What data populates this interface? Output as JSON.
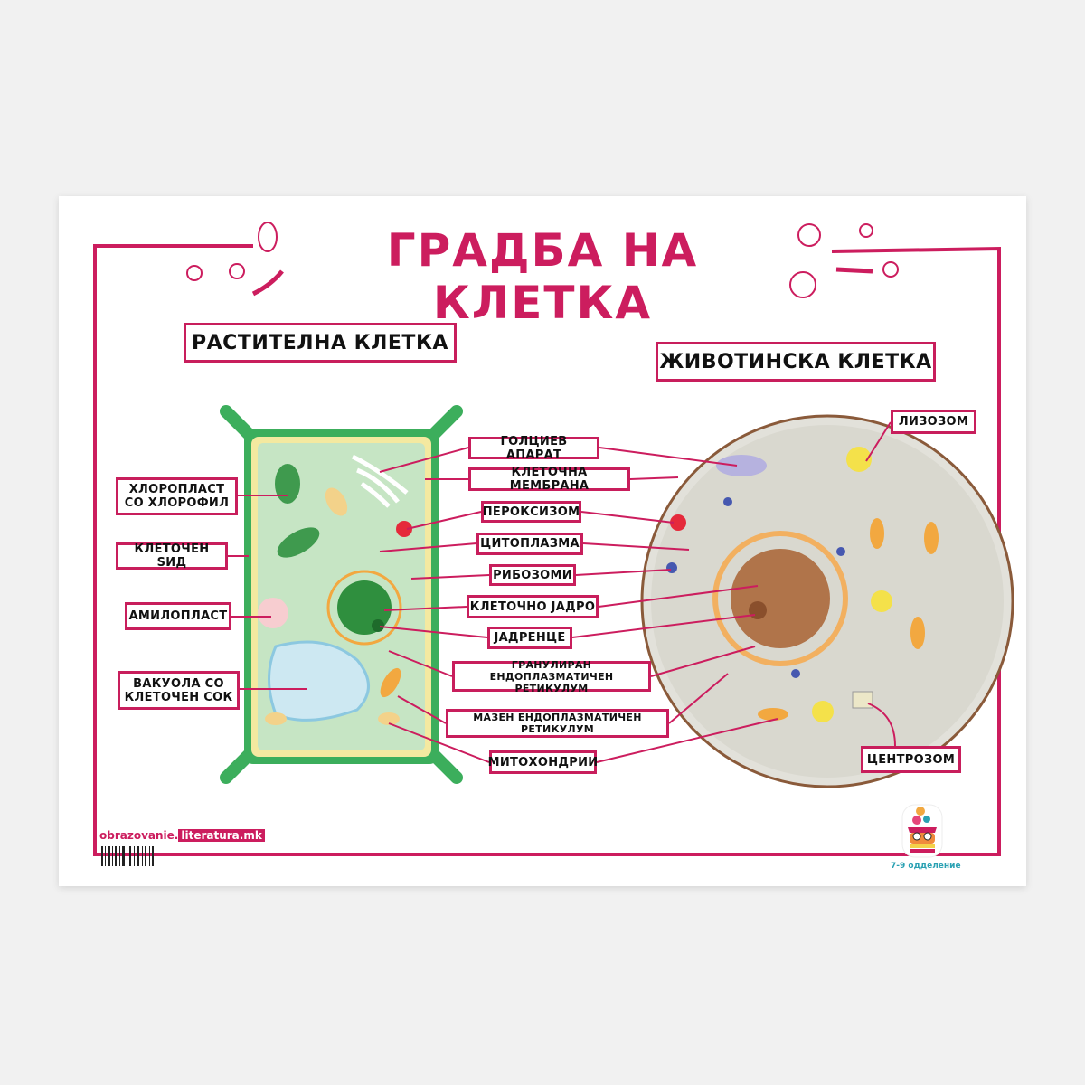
{
  "title": "ГРАДБА НА КЛЕТКА",
  "plant_heading": "РАСТИТЕЛНА КЛЕТКА",
  "animal_heading": "ЖИВОТИНСКА КЛЕТКА",
  "left_labels": {
    "chloroplast": "ХЛОРОПЛАСТ СО ХЛОРОФИЛ",
    "cell_wall": "КЛЕТОЧЕН ЅИД",
    "amyloplast": "АМИЛОПЛАСТ",
    "vacuole": "ВАКУОЛА СО КЛЕТОЧЕН СОК"
  },
  "center_labels": {
    "golgi": "ГОЛЦИЕВ АПАРАТ",
    "membrane": "КЛЕТОЧНА МЕМБРАНА",
    "peroxisome": "ПЕРОКСИЗОМ",
    "cytoplasm": "ЦИТОПЛАЗМА",
    "ribosomes": "РИБОЗОМИ",
    "nucleus": "КЛЕТОЧНО ЈАДРО",
    "nucleolus": "ЈАДРЕНЦЕ",
    "rough_er": "ГРАНУЛИРАН ЕНДОПЛАЗМАТИЧЕН РЕТИКУЛУМ",
    "smooth_er": "МАЗЕН ЕНДОПЛАЗМАТИЧЕН РЕТИКУЛУМ",
    "mitochondria": "МИТОХОНДРИИ"
  },
  "right_labels": {
    "lysosome": "ЛИЗОЗОМ",
    "centrosome": "ЦЕНТРОЗОМ"
  },
  "brand": {
    "part1": "obrazovanie.",
    "part2": "literatura.mk"
  },
  "grade": "7-9 одделение",
  "colors": {
    "accent": "#cc1d5e",
    "plant_green": "#3cae5c",
    "animal_gray": "#d9d8cf"
  }
}
